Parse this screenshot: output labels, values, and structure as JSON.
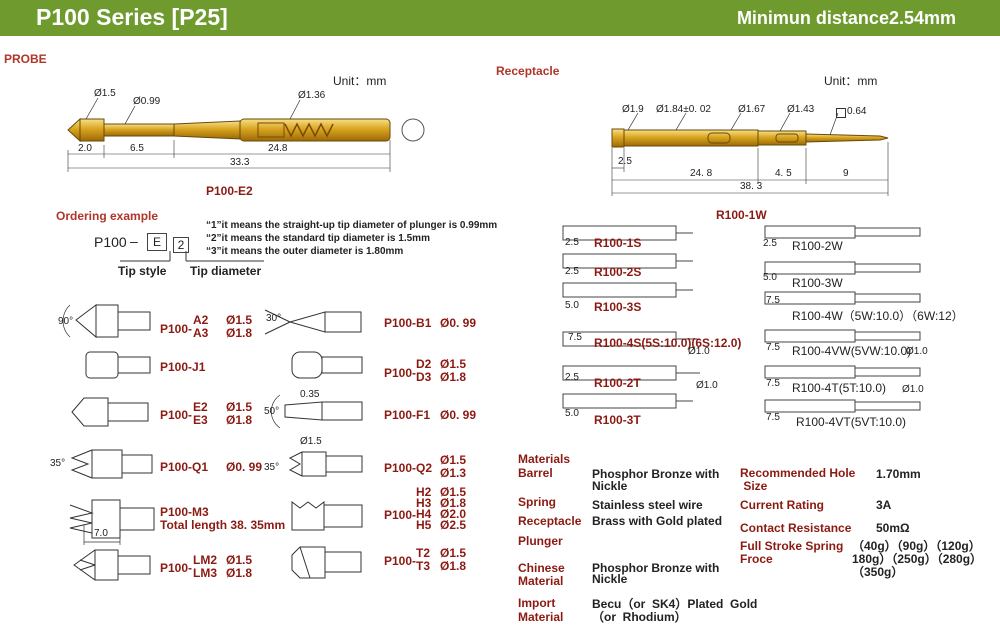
{
  "header": {
    "title": "P100 Series [P25]",
    "right": "Minimun distance2.54mm"
  },
  "probe": {
    "section": "PROBE",
    "unit": "Unit：mm",
    "d1": "Ø1.5",
    "d2": "Ø0.99",
    "d3": "Ø1.36",
    "len1": "2.0",
    "len2": "6.5",
    "len3": "24.8",
    "len_total": "33.3",
    "model": "P100-E2"
  },
  "ordering": {
    "title": "Ordering example",
    "prefix": "P100",
    "dash": "–",
    "box1": "E",
    "box2": "2",
    "tip_style": "Tip style",
    "tip_diameter": "Tip diameter",
    "note1": "“1”it means the straight-up tip diameter of plunger is 0.99mm",
    "note2": "“2”it means the standard tip diameter is 1.5mm",
    "note3": "“3”it means the outer diameter is 1.80mm"
  },
  "tips": {
    "a_prefix": "P100-",
    "a_codes": "A2\nA3",
    "a_vals": "Ø1.5\nØ1.8",
    "a_angle": "90°",
    "b_model": "P100-B1",
    "b_val": "Ø0. 99",
    "b_angle": "30°",
    "j_model": "P100-J1",
    "d_prefix": "P100-",
    "d_codes": "D2\nD3",
    "d_vals": "Ø1.5\nØ1.8",
    "e_prefix": "P100-",
    "e_codes": "E2\nE3",
    "e_vals": "Ø1.5\nØ1.8",
    "f_model": "P100-F1",
    "f_val": "Ø0. 99",
    "f_angle": "50°",
    "f_dim": "0.35",
    "q1_model": "P100-Q1",
    "q1_val": "Ø0. 99",
    "q1_angle": "35°",
    "q2_model": "P100-Q2",
    "q2_vals": "Ø1.5\nØ1.3",
    "q2_angle": "35°",
    "q2_dim": "Ø1.5",
    "m3_model": "P100-M3",
    "m3_len": "Total length 38. 35mm",
    "m3_dim": "7.0",
    "h_prefix": "P100-",
    "h_codes": "H2\nH3\nH4\nH5",
    "h_vals": "Ø1.5\nØ1.8\nØ2.0\nØ2.5",
    "lm_prefix": "P100-",
    "lm_codes": "LM2\nLM3",
    "lm_vals": "Ø1.5\nØ1.8",
    "t_prefix": "P100-",
    "t_codes": "T2\nT3",
    "t_vals": "Ø1.5\nØ1.8"
  },
  "receptacle": {
    "section": "Receptacle",
    "unit": "Unit：mm",
    "d1": "Ø1.9",
    "d2": "Ø1.84±0. 02",
    "d3": "Ø1.67",
    "d4": "Ø1.43",
    "d5": "0.64",
    "len1": "2.5",
    "len2": "24. 8",
    "len3": "4. 5",
    "len4": "9",
    "len_total": "38. 3",
    "model": "R100-1W",
    "variants_left": [
      {
        "dim": "2.5",
        "name": "R100-1S",
        "extra": ""
      },
      {
        "dim": "2.5",
        "name": "R100-2S",
        "extra": ""
      },
      {
        "dim": "5.0",
        "name": "R100-3S",
        "extra": ""
      },
      {
        "dim": "7.5",
        "name": "R100-4S(5S:10.0)(6S:12.0)",
        "extra": "Ø1.0"
      },
      {
        "dim": "2.5",
        "name": "R100-2T",
        "extra": "Ø1.0"
      },
      {
        "dim": "5.0",
        "name": "R100-3T",
        "extra": ""
      }
    ],
    "variants_right": [
      {
        "dim": "2.5",
        "name": "R100-2W",
        "extra": ""
      },
      {
        "dim": "5.0",
        "name": "R100-3W",
        "extra": ""
      },
      {
        "dim": "7.5",
        "name": "R100-4W（5W:10.0）（6W:12）",
        "extra": ""
      },
      {
        "dim": "7.5",
        "name": "R100-4VW(5VW:10.0)",
        "extra": "Ø1.0"
      },
      {
        "dim": "7.5",
        "name": "R100-4T(5T:10.0)",
        "extra": "Ø1.0"
      },
      {
        "dim": "7.5",
        "name": "R100-4VT(5VT:10.0)",
        "extra": ""
      }
    ]
  },
  "materials": {
    "title": "Materials",
    "barrel_k": "Barrel",
    "barrel_v": "Phosphor Bronze with\nNickle",
    "spring_k": "Spring",
    "spring_v": "Stainless  steel  wire",
    "receptacle_k": "Receptacle",
    "receptacle_v": "Brass with Gold plated",
    "plunger_k": "Plunger",
    "chinese_k": "Chinese\nMaterial",
    "chinese_v": "Phosphor Bronze with\nNickle",
    "import_k": "Import\nMaterial",
    "import_v": "Becu（or  SK4）Plated  Gold\n（or  Rhodium）"
  },
  "specs": {
    "hole_k": "Recommended Hole\n Size",
    "hole_v": "1.70mm",
    "rating_k": "Current Rating",
    "rating_v": "3A",
    "contact_k": "Contact Resistance",
    "contact_v": "50mΩ",
    "force_k": "Full Stroke Spring\nFroce",
    "force_v": "（40g）（90g）（120g）\n180g）（250g）（280g）\n（350g）"
  }
}
